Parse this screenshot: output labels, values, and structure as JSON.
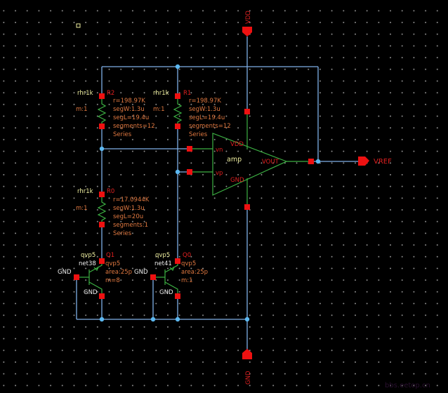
{
  "app": "Cadence Virtuoso Schematic Editor",
  "colors": {
    "background": "#000000",
    "wire": "#7fb0e8",
    "device": "#3cb043",
    "pin": "#ee1111",
    "junction": "#5cb8f0",
    "label_yellow": "#f0f0a0",
    "label_orange": "#e07840",
    "label_red": "#e02020"
  },
  "pins": {
    "vdd": "VDD",
    "gnd": "GND",
    "vref": "VREF"
  },
  "resistors": [
    {
      "cell": "rhr1k",
      "inst": "R2",
      "m": "m:1",
      "r": "r=198.97K",
      "segW": "segW:1.3u",
      "segL": "segL=19.4u",
      "segments": "segments=12",
      "series": "Series"
    },
    {
      "cell": "rhr1k",
      "inst": "R1",
      "m": "m:1",
      "r": "r=198.97K",
      "segW": "segW:1.3u",
      "segL": "segL=19.4u",
      "segments": "segments=12",
      "series": "Series"
    },
    {
      "cell": "rhr1k",
      "inst": "R0",
      "m": "m:1",
      "r": "r=17.0944K",
      "segW": "segW:1.3u",
      "segL": "segL=20u",
      "segments": "segments:1",
      "series": "Series"
    }
  ],
  "transistors": [
    {
      "cell": "qvp5",
      "inst": "Q1",
      "net": "net38",
      "model": "qvp5",
      "area": "area:25p",
      "m": "m=8",
      "base": "GND",
      "collector": "GND"
    },
    {
      "cell": "qvp5",
      "inst": "Q0",
      "net": "net41",
      "model": "qvp5",
      "area": "area:25p",
      "m": "m:1",
      "base": "GND",
      "collector": "GND"
    }
  ],
  "amp": {
    "name": "amp",
    "vn": "vn",
    "vp": "vp",
    "vdd": "VDD",
    "gnd": "GND",
    "vout": "VOUT"
  },
  "watermark": "bbs.eetop.cn"
}
